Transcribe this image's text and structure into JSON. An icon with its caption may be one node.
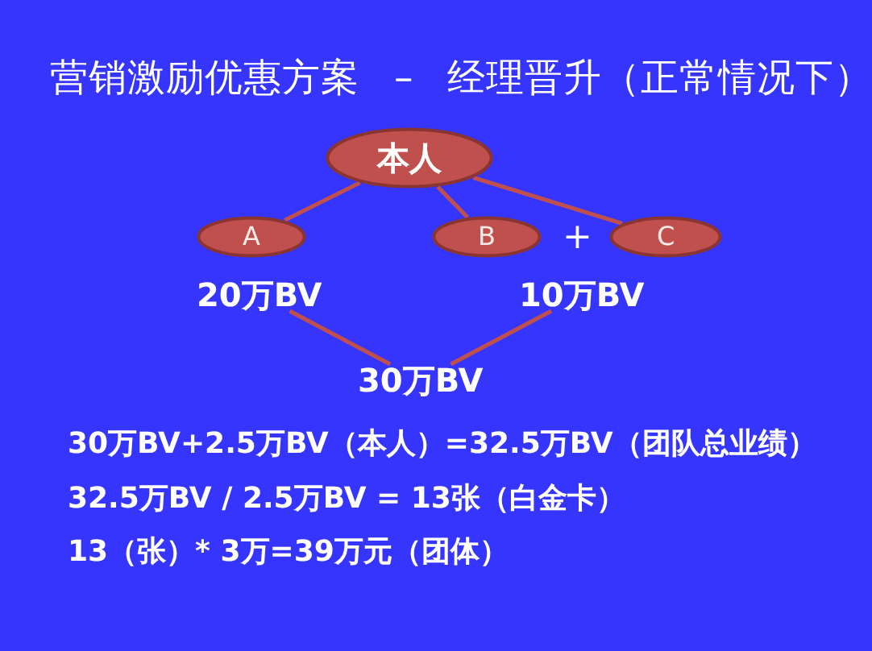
{
  "diagram": {
    "title": "营销激励优惠方案 – 经理晋升（正常情况下）",
    "nodes": [
      {
        "text": [
          "本人"
        ]
      },
      {
        "text": [
          "A"
        ]
      },
      {
        "text": [
          "B"
        ]
      },
      {
        "text": [
          "C"
        ]
      },
      {
        "text": [
          "20万BV"
        ]
      },
      {
        "text": [
          "10万BV"
        ]
      },
      {
        "text": [
          "30万BV"
        ]
      }
    ],
    "edges": [
      {
        "from": 0,
        "to": 1,
        "arrow": "none"
      },
      {
        "from": 0,
        "to": 2,
        "arrow": "none"
      },
      {
        "from": 0,
        "to": 3,
        "arrow": "none"
      },
      {
        "from": 4,
        "to": 6,
        "arrow": "none"
      },
      {
        "from": 5,
        "to": 6,
        "arrow": "none"
      }
    ],
    "labels": [
      "+",
      "30万BV+2.5万BV（本人）=32.5万BV（团队总业绩）",
      "32.5万BV / 2.5万BV = 13张（白金卡）",
      "13（张）* 3万=39万元（团体）"
    ]
  }
}
